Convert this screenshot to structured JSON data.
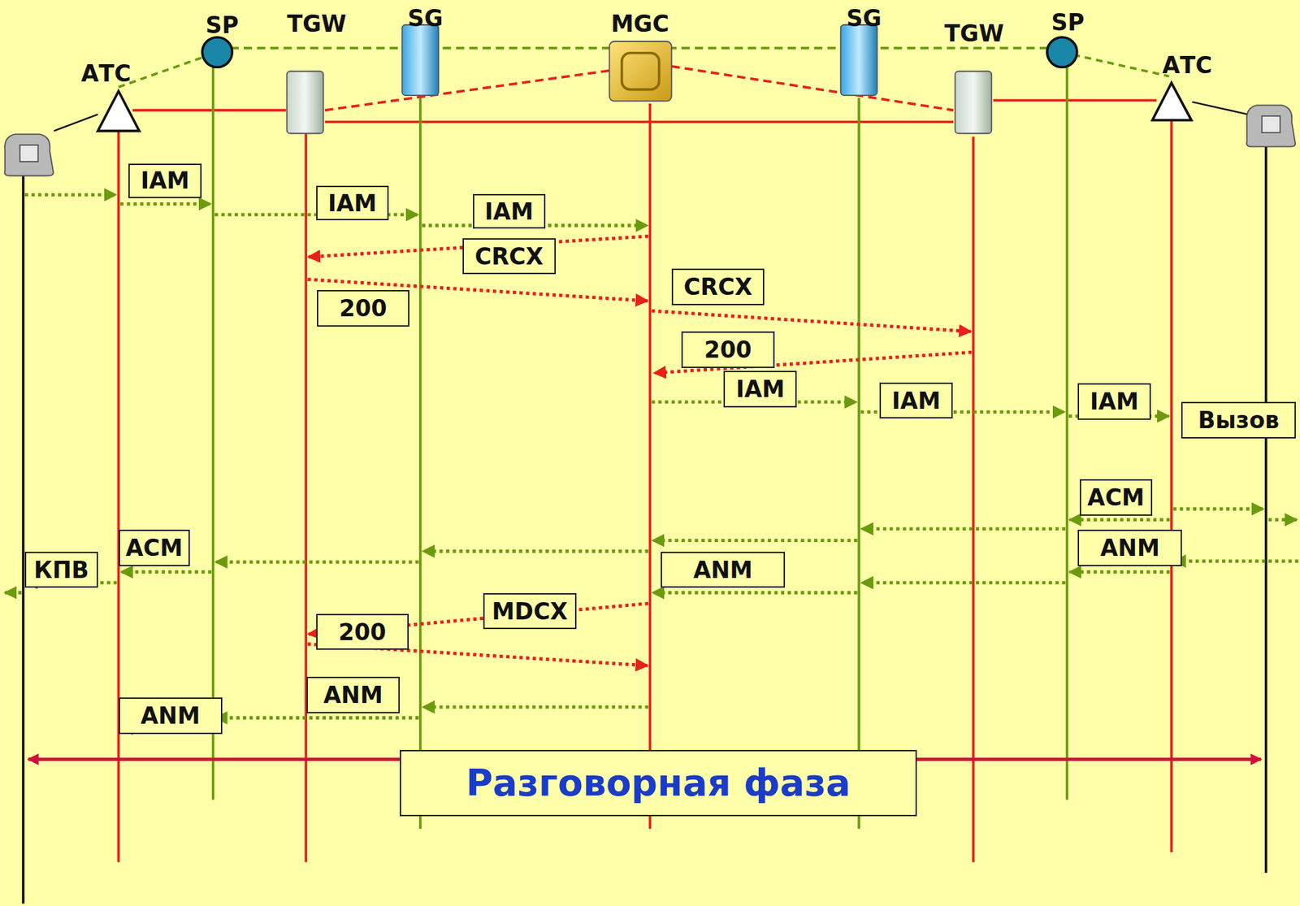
{
  "diagram": {
    "nodes": [
      {
        "text": [
          "IAM"
        ]
      },
      {
        "text": [
          "IAM"
        ]
      },
      {
        "text": [
          "IAM"
        ]
      },
      {
        "text": [
          "CRCX"
        ]
      },
      {
        "text": [
          "CRCX"
        ]
      },
      {
        "text": [
          "200"
        ]
      },
      {
        "text": [
          "200"
        ]
      },
      {
        "text": [
          "IAM"
        ]
      },
      {
        "text": [
          "IAM"
        ]
      },
      {
        "text": [
          "IAM"
        ]
      },
      {
        "text": [
          "Вызов"
        ]
      },
      {
        "text": [
          "ACM"
        ]
      },
      {
        "text": [
          "ACM"
        ]
      },
      {
        "text": [
          "ANM"
        ]
      },
      {
        "text": [
          "КПВ"
        ]
      },
      {
        "text": [
          "ANM"
        ]
      },
      {
        "text": [
          "MDCX"
        ]
      },
      {
        "text": [
          "200"
        ]
      },
      {
        "text": [
          "ANM"
        ]
      },
      {
        "text": [
          "ANM"
        ]
      },
      {
        "text": [
          "Разговорная фаза"
        ]
      }
    ],
    "labels": [
      "SP",
      "TGW",
      "SG",
      "MGC",
      "SG",
      "TGW",
      "SP",
      "АТС",
      "АТС"
    ]
  }
}
